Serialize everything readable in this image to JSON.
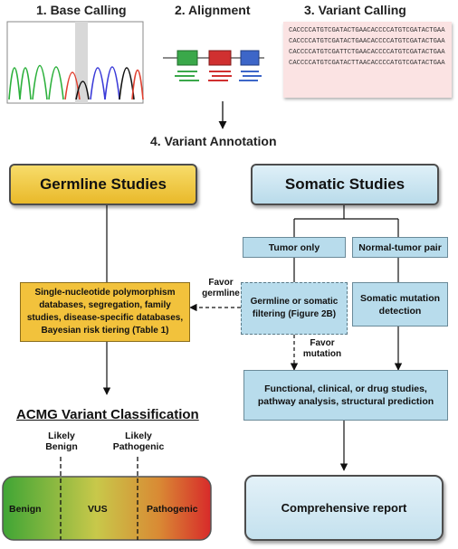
{
  "steps": {
    "base_calling": "1. Base Calling",
    "alignment": "2. Alignment",
    "variant_calling": "3. Variant Calling",
    "variant_annotation": "4.  Variant Annotation"
  },
  "sequence_reads": [
    "CACCCCATGTCGATACTGAACACCCCATGTCGATACTGAA",
    "CACCCCATGTCGATACTGAACACCCCATGTCGATACTGAA",
    "CACCCCATGTCGATTCTGAACACCCCATGTCGATACTGAA",
    "CACCCCATGTCGATACTTAACACCCCATGTCGATACTGAA"
  ],
  "germline": {
    "title": "Germline Studies",
    "databases_box": "Single-nucleotide polymorphism databases, segregation, family studies, disease-specific databases, Bayesian risk tiering (Table 1)",
    "classification_title": "ACMG Variant Classification",
    "likely_benign": "Likely\nBenign",
    "likely_pathogenic": "Likely\nPathogenic",
    "scale": {
      "benign": "Benign",
      "vus": "VUS",
      "pathogenic": "Pathogenic"
    }
  },
  "somatic": {
    "title": "Somatic Studies",
    "tumor_only": "Tumor only",
    "normal_tumor_pair": "Normal-tumor pair",
    "filtering_box": "Germline or somatic filtering (Figure 2B)",
    "somatic_detection": "Somatic mutation detection",
    "functional_box": "Functional, clinical, or drug studies, pathway analysis, structural prediction",
    "report": "Comprehensive report"
  },
  "edges": {
    "favor_germline": "Favor\ngermline",
    "favor_mutation": "Favor\nmutation"
  },
  "colors": {
    "gold": "#f2c23c",
    "light_blue": "#b8dcec",
    "benign_green": "#4caf3a",
    "pathogenic_red": "#d92c2c",
    "mutation_red": "#e03030"
  }
}
